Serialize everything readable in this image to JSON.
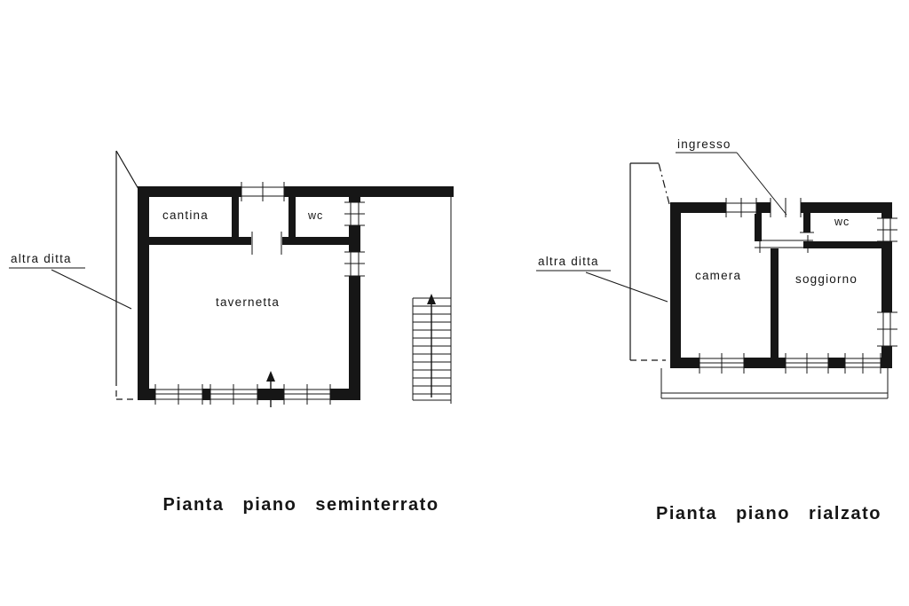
{
  "page": {
    "background": "#ffffff",
    "ink": "#161616"
  },
  "plans": {
    "left": {
      "caption": "Pianta piano seminterrato",
      "labels": {
        "cantina": "cantina",
        "wc": "wc",
        "tavernetta": "tavernetta",
        "altra_ditta": "altra ditta"
      }
    },
    "right": {
      "caption": "Pianta piano rialzato",
      "labels": {
        "ingresso": "ingresso",
        "wc": "wc",
        "camera": "camera",
        "soggiorno": "soggiorno",
        "altra_ditta": "altra ditta"
      }
    }
  }
}
